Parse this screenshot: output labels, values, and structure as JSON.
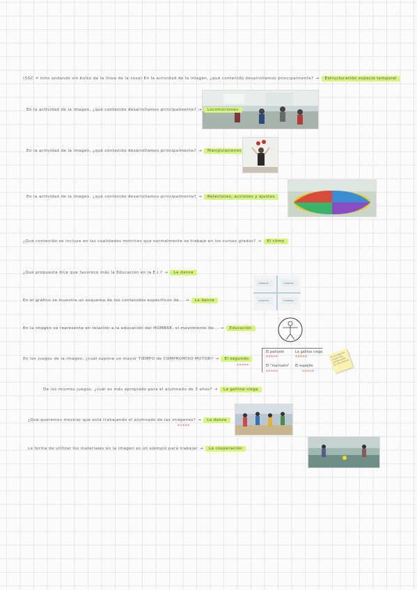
{
  "questions": [
    {
      "q": "(5GC = niño andando sin bolso de la línea de la cosa) En la actividad de la imagen, ¿qué contenido desarrollamos principalmente?",
      "a": "Estructuración espacio temporal"
    },
    {
      "q": "En la actividad de la imagen, ¿qué contenido desarrollamos principalmente?",
      "a": "Locomociones"
    },
    {
      "q": "En la actividad de la imagen, ¿qué contenido desarrollamos principalmente?",
      "a": "Manipulaciones"
    },
    {
      "q": "En la actividad de la imagen, ¿qué contenido desarrollamos principalmente?",
      "a": "Relaciones, acciones y ajustes"
    },
    {
      "q": "¿Qué contenido se incluye en las cualidades motrices que normalmente se trabaja en los cursos grados?",
      "a": "El ritmo"
    },
    {
      "q": "¿Qué propuesta dice que favorece más la Educación en la E.I.?",
      "a": "La danza"
    },
    {
      "q": "En el gráfico se muestra un esquema de los contenidos específicos de...",
      "a": "La danza"
    },
    {
      "q": "En la imagen se representa en relación a la educación del HOMBRE, el movimiento de...",
      "a": "Educación"
    },
    {
      "q": "En los juegos de la imagen, ¿cuál supone un mayor TIEMPO de COMPROMISO MOTOR?",
      "a": "El segundo"
    },
    {
      "q": "De los mismos juegos, ¿cuál es más apropiado para el alumnado de 3 años?",
      "a": "La gallina ciega"
    },
    {
      "q": "¿Qué queremos mostrar que está trabajando el alumnado de las imágenes?",
      "a": "La danza"
    },
    {
      "q": "La forma de utilizar los materiales en la imagen es un ejemplo para trabajar",
      "a": "La cooperación"
    }
  ],
  "games": {
    "g1": "El pañuelo",
    "g2": "La gallina ciega",
    "g3": "El \"marinero\"",
    "g4": "El espejito",
    "stars": "*****"
  },
  "sticky_note": "Es el juego en el que más tiempo están en movimiento",
  "quadrant_labels": [
    "contenido",
    "contenido",
    "contenido",
    "contenido"
  ],
  "colors": {
    "highlight": "#d6f57d",
    "stars": "#e25a5a"
  }
}
